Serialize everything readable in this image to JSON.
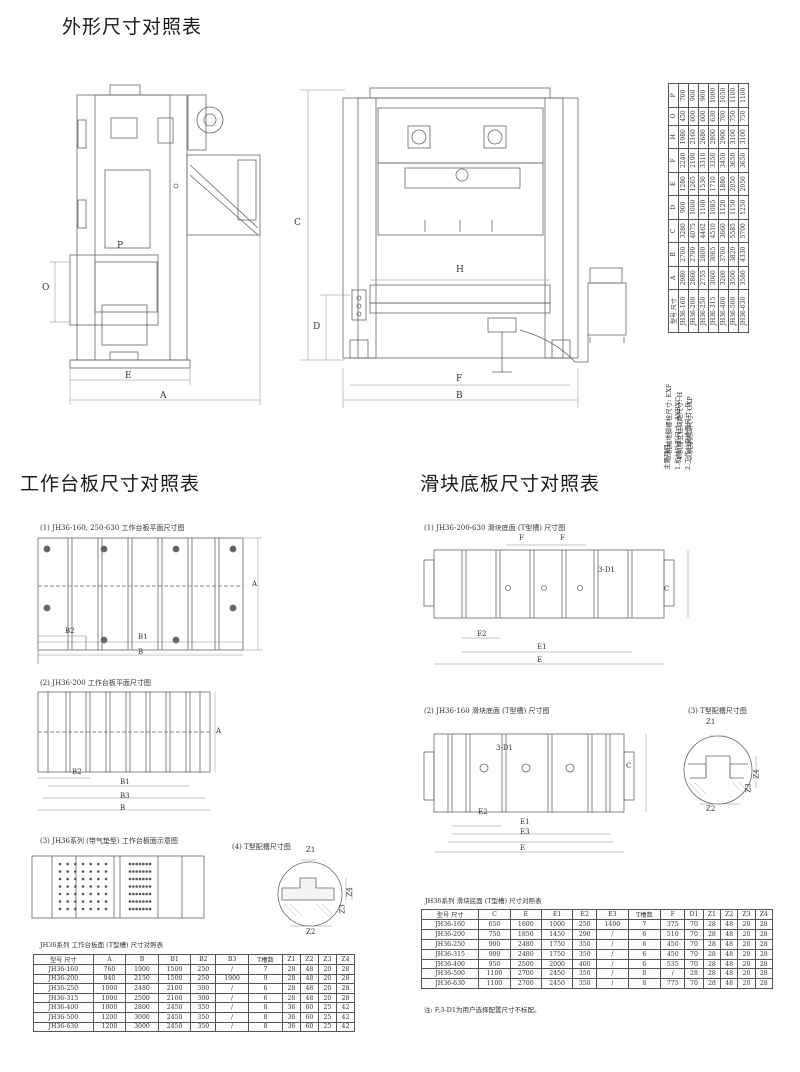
{
  "headings": {
    "outline": "外形尺寸对照表",
    "worktable": "工作台板尺寸对照表",
    "slider": "滑块底板尺寸对照表"
  },
  "outline_labels": {
    "P": "P",
    "O": "O",
    "E": "E",
    "A": "A",
    "C": "C",
    "D": "D",
    "H": "H",
    "F": "F",
    "B": "B"
  },
  "worktable_captions": {
    "c1": "(1) JH36-160, 250-630 工作台板平面尺寸图",
    "c2": "(2) JH36-200 工作台板平面尺寸图",
    "c3": "(3) JH36系列 (带气垫型) 工作台板面示意图",
    "c4": "(4) T型配槽尺寸图"
  },
  "slider_captions": {
    "c1": "(1) JH36-200-630 滑块底面 (T型槽) 尺寸图",
    "c2": "(2) JH36-160 滑块底面 (T型槽) 尺寸图",
    "c3": "(3) T型配槽尺寸图"
  },
  "dim_labels": {
    "A": "A",
    "B": "B",
    "B1": "B1",
    "B2": "B2",
    "B3": "B3",
    "C": "C",
    "E": "E",
    "E1": "E1",
    "E2": "E2",
    "E3": "E3",
    "F": "F",
    "D1": "3-D1",
    "Z1": "Z1",
    "Z2": "Z2",
    "Z3": "Z3",
    "Z4": "Z4"
  },
  "outline_table": {
    "corner_top": "尺寸",
    "corner_bottom": "型号",
    "columns": [
      "A",
      "B",
      "C",
      "D",
      "E",
      "F",
      "H",
      "O",
      "P"
    ],
    "rows": [
      {
        "model": "JH36-160",
        "values": [
          "2980",
          "2700",
          "3280",
          "900",
          "1280",
          "2240",
          "1980",
          "450",
          "700"
        ]
      },
      {
        "model": "JH36-200",
        "values": [
          "2860",
          "2790",
          "4075",
          "1000",
          "1265",
          "2190",
          "2160",
          "600",
          "900"
        ]
      },
      {
        "model": "JH36-250",
        "values": [
          "2755",
          "2800",
          "4462",
          "1100",
          "1530",
          "3310",
          "2680",
          "600",
          "900"
        ]
      },
      {
        "model": "JH36-315",
        "values": [
          "3060",
          "3065",
          "4510",
          "1085",
          "1710",
          "3350",
          "2800",
          "630",
          "1000"
        ]
      },
      {
        "model": "JH36-400",
        "values": [
          "3260",
          "3700",
          "3660",
          "1120",
          "1880",
          "3450",
          "2900",
          "700",
          "1050"
        ]
      },
      {
        "model": "JH36-500",
        "values": [
          "3500",
          "3820",
          "5585",
          "1150",
          "2050",
          "3650",
          "3100",
          "750",
          "1100"
        ]
      },
      {
        "model": "JH36-630",
        "values": [
          "3580",
          "4330",
          "5700",
          "1250",
          "2050",
          "3650",
          "3100",
          "750",
          "1100"
        ]
      }
    ],
    "notes": [
      "主要项目",
      "1.机械外形尺寸: AXBXC",
      "2.工作台至地面尺寸: D",
      "3.机械地脚螺栓尺寸: EXF",
      "4.机身立柱间距尺寸: H",
      "5.机身侧口尺寸: OXP"
    ]
  },
  "worktable_table": {
    "title": "JH36系列 工作台板面 (T型槽) 尺寸对照表",
    "corner_top": "尺寸",
    "corner_bottom": "型号",
    "columns": [
      "A",
      "B",
      "B1",
      "B2",
      "B3",
      "T槽数",
      "Z1",
      "Z2",
      "Z3",
      "Z4"
    ],
    "rows": [
      {
        "model": "JH36-160",
        "values": [
          "760",
          "1900",
          "1500",
          "250",
          "/",
          "7",
          "28",
          "48",
          "20",
          "28"
        ]
      },
      {
        "model": "JH36-200",
        "values": [
          "940",
          "2150",
          "1500",
          "250",
          "1900",
          "9",
          "28",
          "48",
          "20",
          "28"
        ]
      },
      {
        "model": "JH36-250",
        "values": [
          "1000",
          "2480",
          "2100",
          "300",
          "/",
          "6",
          "28",
          "48",
          "20",
          "28"
        ]
      },
      {
        "model": "JH36-315",
        "values": [
          "1000",
          "2500",
          "2100",
          "300",
          "/",
          "6",
          "28",
          "48",
          "20",
          "28"
        ]
      },
      {
        "model": "JH36-400",
        "values": [
          "1000",
          "2800",
          "2450",
          "350",
          "/",
          "8",
          "36",
          "60",
          "25",
          "42"
        ]
      },
      {
        "model": "JH36-500",
        "values": [
          "1200",
          "3000",
          "2450",
          "350",
          "/",
          "8",
          "36",
          "60",
          "25",
          "42"
        ]
      },
      {
        "model": "JH36-630",
        "values": [
          "1200",
          "3000",
          "2450",
          "350",
          "/",
          "8",
          "36",
          "60",
          "25",
          "42"
        ]
      }
    ]
  },
  "slider_table": {
    "title": "JH36系列 滑块底面 (T型槽) 尺寸对照表",
    "corner_top": "尺寸",
    "corner_bottom": "型号",
    "columns": [
      "C",
      "E",
      "E1",
      "E2",
      "E3",
      "T槽数",
      "F",
      "D1",
      "Z1",
      "Z2",
      "Z3",
      "Z4"
    ],
    "rows": [
      {
        "model": "JH36-160",
        "values": [
          "650",
          "1600",
          "1000",
          "250",
          "1400",
          "7",
          "375",
          "70",
          "28",
          "48",
          "20",
          "28"
        ]
      },
      {
        "model": "JH36-200",
        "values": [
          "750",
          "1850",
          "1450",
          "290",
          "/",
          "6",
          "510",
          "70",
          "28",
          "48",
          "20",
          "28"
        ]
      },
      {
        "model": "JH36-250",
        "values": [
          "900",
          "2480",
          "1750",
          "350",
          "/",
          "6",
          "450",
          "70",
          "28",
          "48",
          "20",
          "28"
        ]
      },
      {
        "model": "JH36-315",
        "values": [
          "900",
          "2480",
          "1750",
          "350",
          "/",
          "6",
          "450",
          "70",
          "28",
          "48",
          "20",
          "28"
        ]
      },
      {
        "model": "JH36-400",
        "values": [
          "950",
          "2500",
          "2000",
          "400",
          "/",
          "6",
          "535",
          "70",
          "28",
          "48",
          "20",
          "28"
        ]
      },
      {
        "model": "JH36-500",
        "values": [
          "1100",
          "2700",
          "2450",
          "350",
          "/",
          "8",
          "/",
          "28",
          "28",
          "48",
          "20",
          "28"
        ]
      },
      {
        "model": "JH36-630",
        "values": [
          "1100",
          "2700",
          "2450",
          "350",
          "/",
          "8",
          "775",
          "70",
          "28",
          "48",
          "20",
          "28"
        ]
      }
    ],
    "note": "注: F,3-D1为用户选择配置尺寸不标配。"
  }
}
